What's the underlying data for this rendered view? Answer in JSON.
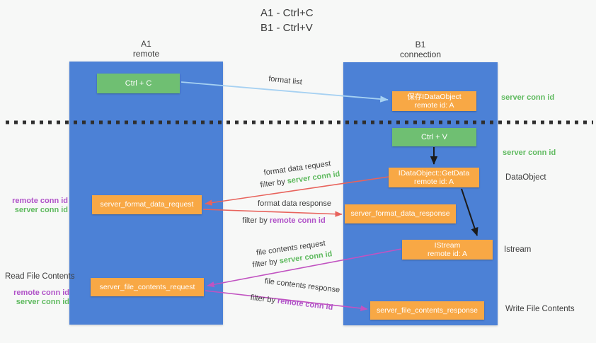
{
  "title": {
    "line1": "A1 - Ctrl+C",
    "line2": "B1 - Ctrl+V"
  },
  "lanes": {
    "left": {
      "name": "A1",
      "subtitle": "remote"
    },
    "right": {
      "name": "B1",
      "subtitle": "connection"
    }
  },
  "boxes": {
    "ctrl_c": {
      "label": "Ctrl + C"
    },
    "save_dataobject": {
      "line1": "保存IDataObject",
      "line2": "remote id: A"
    },
    "ctrl_v": {
      "label": "Ctrl + V"
    },
    "getdata": {
      "line1": "IDataObject::GetData",
      "line2": "remote id: A"
    },
    "format_request": {
      "label": "server_format_data_request"
    },
    "format_response": {
      "label": "server_format_data_response"
    },
    "istream": {
      "line1": "IStream",
      "line2": "remote id: A"
    },
    "file_request": {
      "label": "server_file_contents_request"
    },
    "file_response": {
      "label": "server_file_contents_response"
    }
  },
  "arrow_labels": {
    "format_list": "format list",
    "format_data_request": "format data request",
    "format_data_response": "format data response",
    "file_contents_request": "file contents request",
    "file_contents_response": "file contents response",
    "filter_by": "filter by ",
    "server_conn_id": "server conn id",
    "remote_conn_id": "remote conn id"
  },
  "side_labels": {
    "server_conn_id_top": "server conn id",
    "server_conn_id_mid": "server conn id",
    "dataobject": "DataObject",
    "istream": "Istream",
    "write_file_contents": "Write File Contents",
    "read_file_contents": "Read File Contents",
    "remote_conn_id": "remote conn id",
    "server_conn_id": "server conn id"
  },
  "colors": {
    "lane_blue": "#4c81d6",
    "box_green": "#6fbf72",
    "box_orange": "#f8a845",
    "arrow_lightblue": "#a6d1f2",
    "arrow_red": "#e8635c",
    "arrow_magenta": "#c153c1",
    "arrow_black": "#1b1b1b",
    "text_green": "#5fba5f",
    "text_purple": "#b052c8",
    "text_dark": "#3d3d3d",
    "background": "#f7f8f7"
  }
}
